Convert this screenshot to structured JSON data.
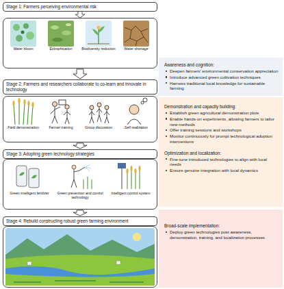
{
  "diagram": {
    "nodes": [
      {
        "text": [
          "Stage 1: Farmers perceiving environmental risk"
        ]
      },
      {
        "text": [
          "Water bloom"
        ],
        "in": 0
      },
      {
        "text": [
          "Eutrophication"
        ],
        "in": 0
      },
      {
        "text": [
          "Biodiversity reduction"
        ],
        "in": 0
      },
      {
        "text": [
          "Water shortage"
        ],
        "in": 0
      },
      {
        "text": [
          "Awareness and cognition:",
          "Deepen farmers' environmental conservation appreciation",
          "Introduce advanced green cultivation techniques",
          "Harness traditional local knowledge for sustainable farming"
        ]
      },
      {
        "text": [
          "Stage 2: Farmers and researchers collaborate to co-learn and innovate in technology"
        ]
      },
      {
        "text": [
          "Field demonstration"
        ],
        "in": 6
      },
      {
        "text": [
          "Farmer training"
        ],
        "in": 6
      },
      {
        "text": [
          "Group discussion"
        ],
        "in": 6
      },
      {
        "text": [
          "Self realization"
        ],
        "in": 6
      },
      {
        "text": [
          "Demonstration and capacity building:",
          "Establish green agricultural demonstration plots",
          "Enable hands-on experiments, allowing farmers to tailor new methods",
          "Offer training sessions and workshops",
          "Monitor continuously for prompt technological adoption interventions",
          "Optimization and localization:",
          "Fine-tune introduced technologies to align with local needs",
          "Ensure genuine integration with local dynamics"
        ]
      },
      {
        "text": [
          "Stage 3: Adopting green technology strategies"
        ]
      },
      {
        "text": [
          "Green intelligent fertilizer"
        ],
        "in": 12
      },
      {
        "text": [
          "Green prevention and control technology"
        ],
        "in": 12
      },
      {
        "text": [
          "Intelligent control system"
        ],
        "in": 12
      },
      {
        "text": [
          "Stage 4: Rebuild constructing robust green farming environment"
        ]
      },
      {
        "text": [
          "Broad-scale implementation:",
          "Deploy green technologies post awareness, demonstration, training, and localization processes"
        ]
      }
    ],
    "edges": [
      {
        "from": 0,
        "to": 6,
        "arrow": "to"
      },
      {
        "from": 6,
        "to": 12,
        "arrow": "to"
      },
      {
        "from": 12,
        "to": 16,
        "arrow": "to"
      }
    ]
  }
}
